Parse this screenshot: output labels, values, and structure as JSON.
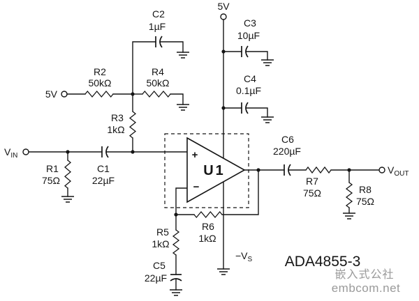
{
  "supplies": {
    "top": "5V",
    "left": "5V",
    "negative": {
      "main": "−V",
      "sub": "S"
    }
  },
  "ports": {
    "input": {
      "main": "V",
      "sub": "IN"
    },
    "output": {
      "main": "V",
      "sub": "OUT"
    }
  },
  "opamp": {
    "ref": "U1",
    "plus": "+",
    "minus": "−",
    "part_number": "ADA4855-3"
  },
  "components": {
    "C1": {
      "ref": "C1",
      "value": "22µF"
    },
    "C2": {
      "ref": "C2",
      "value": "1µF"
    },
    "C3": {
      "ref": "C3",
      "value": "10µF"
    },
    "C4": {
      "ref": "C4",
      "value": "0.1µF"
    },
    "C5": {
      "ref": "C5",
      "value": "22µF"
    },
    "C6": {
      "ref": "C6",
      "value": "220µF"
    },
    "R1": {
      "ref": "R1",
      "value": "75Ω"
    },
    "R2": {
      "ref": "R2",
      "value": "50kΩ"
    },
    "R3": {
      "ref": "R3",
      "value": "1kΩ"
    },
    "R4": {
      "ref": "R4",
      "value": "50kΩ"
    },
    "R5": {
      "ref": "R5",
      "value": "1kΩ"
    },
    "R6": {
      "ref": "R6",
      "value": "1kΩ"
    },
    "R7": {
      "ref": "R7",
      "value": "75Ω"
    },
    "R8": {
      "ref": "R8",
      "value": "75Ω"
    }
  },
  "watermark": {
    "name": "嵌入式公社",
    "site": "embcom.net"
  },
  "colors": {
    "ink": "#151515",
    "background": "#ffffff",
    "watermark": "#9a9a9a"
  }
}
